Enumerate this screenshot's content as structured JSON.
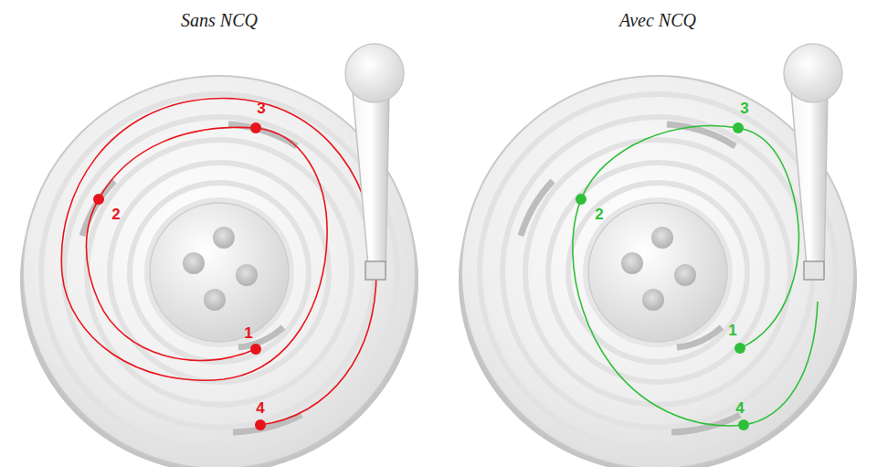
{
  "diagram": {
    "labels": [
      "Sans NCQ",
      "Avec NCQ",
      "1",
      "2",
      "3",
      "4",
      "1",
      "2",
      "3",
      "4"
    ]
  }
}
